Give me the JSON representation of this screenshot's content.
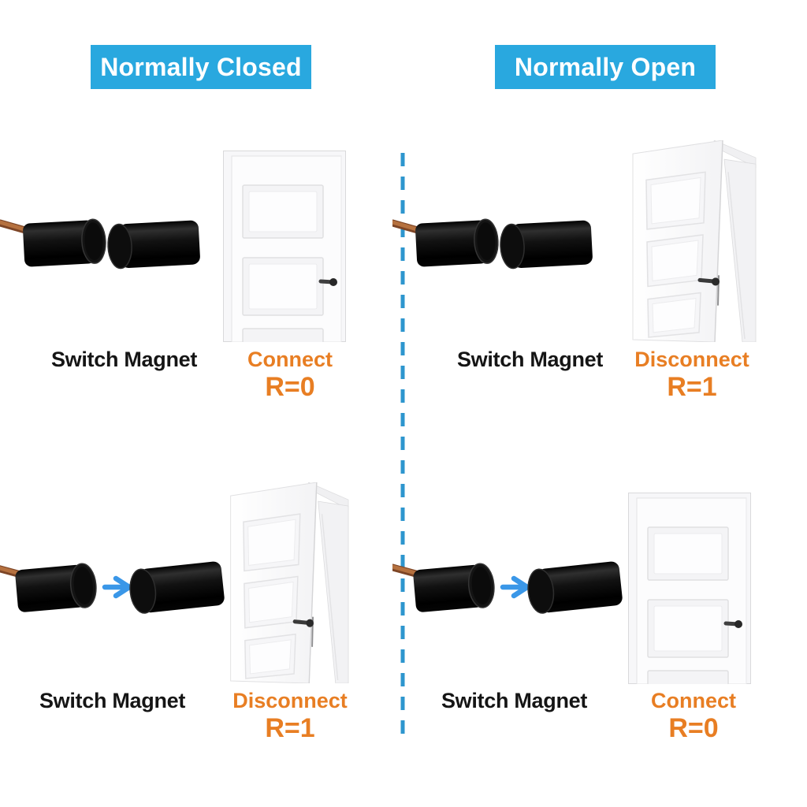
{
  "headers": {
    "left": "Normally Closed",
    "right": "Normally Open"
  },
  "quadrants": [
    {
      "name": "normally-closed-door-closed",
      "switch_label": "Switch Magnet",
      "circuit_state": "Connect",
      "resistance": "R=0",
      "door_state": "closed",
      "magnet_position": "together"
    },
    {
      "name": "normally-open-door-open",
      "switch_label": "Switch Magnet",
      "circuit_state": "Disconnect",
      "resistance": "R=1",
      "door_state": "open",
      "magnet_position": "together"
    },
    {
      "name": "normally-closed-door-open",
      "switch_label": "Switch Magnet",
      "circuit_state": "Disconnect",
      "resistance": "R=1",
      "door_state": "open",
      "magnet_position": "apart"
    },
    {
      "name": "normally-open-door-closed",
      "switch_label": "Switch Magnet",
      "circuit_state": "Connect",
      "resistance": "R=0",
      "door_state": "closed",
      "magnet_position": "apart"
    }
  ],
  "icons": {
    "arrow": "right-arrow",
    "divider": "vertical-dashed-line"
  },
  "colors": {
    "banner_bg": "#29A8DF",
    "banner_text": "#FFFFFF",
    "accent_orange": "#E87E23",
    "label_black": "#151515",
    "arrow_blue": "#3A97E8",
    "divider_blue": "#2D96CE",
    "wire_copper": "#B5713F",
    "sensor_black": "#111111"
  }
}
